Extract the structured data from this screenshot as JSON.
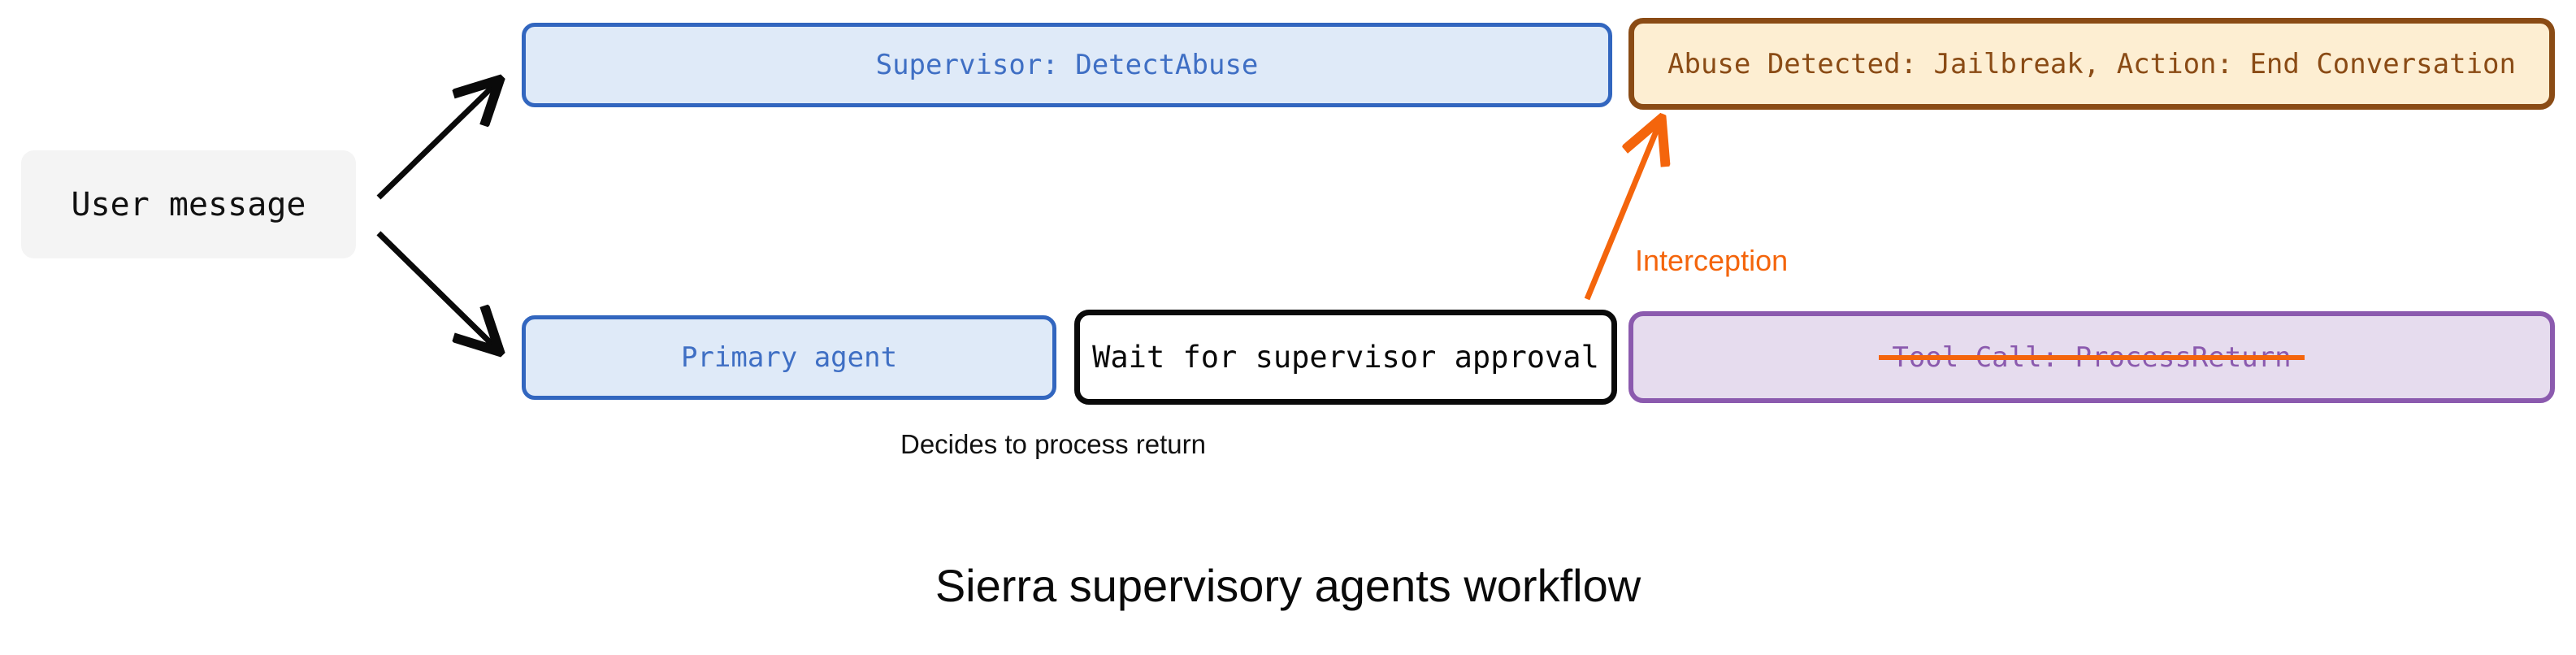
{
  "diagram": {
    "title": "Sierra supervisory agents workflow",
    "colors": {
      "blue_fill": "#dfeaf8",
      "blue_border": "#3266bf",
      "blue_text": "#3f6fc4",
      "orange_fill": "#fdeed2",
      "orange_border": "#8a4b15",
      "orange_text": "#8a4b15",
      "purple_fill": "#e6dcee",
      "purple_border": "#8b5aae",
      "purple_text": "#8b5aae",
      "grey_fill": "#f4f4f4",
      "accent_orange": "#f4650c",
      "black": "#0a0a0a"
    },
    "nodes": {
      "user_message": "User message",
      "supervisor": "Supervisor: DetectAbuse",
      "abuse_detected": "Abuse Detected: Jailbreak, Action: End Conversation",
      "primary_agent": "Primary agent",
      "wait_approval": "Wait for supervisor approval",
      "tool_call": "Tool Call: ProcessReturn"
    },
    "labels": {
      "interception": "Interception",
      "decides": "Decides to process return"
    },
    "edges": [
      {
        "name": "user-to-supervisor",
        "from": "user_message",
        "to": "supervisor",
        "color": "#0a0a0a",
        "label": ""
      },
      {
        "name": "user-to-primary-agent",
        "from": "user_message",
        "to": "primary_agent",
        "color": "#0a0a0a",
        "label": ""
      },
      {
        "name": "interception-edge",
        "from": "tool_call",
        "to": "abuse_detected",
        "color": "#f4650c",
        "label": "Interception"
      }
    ]
  }
}
